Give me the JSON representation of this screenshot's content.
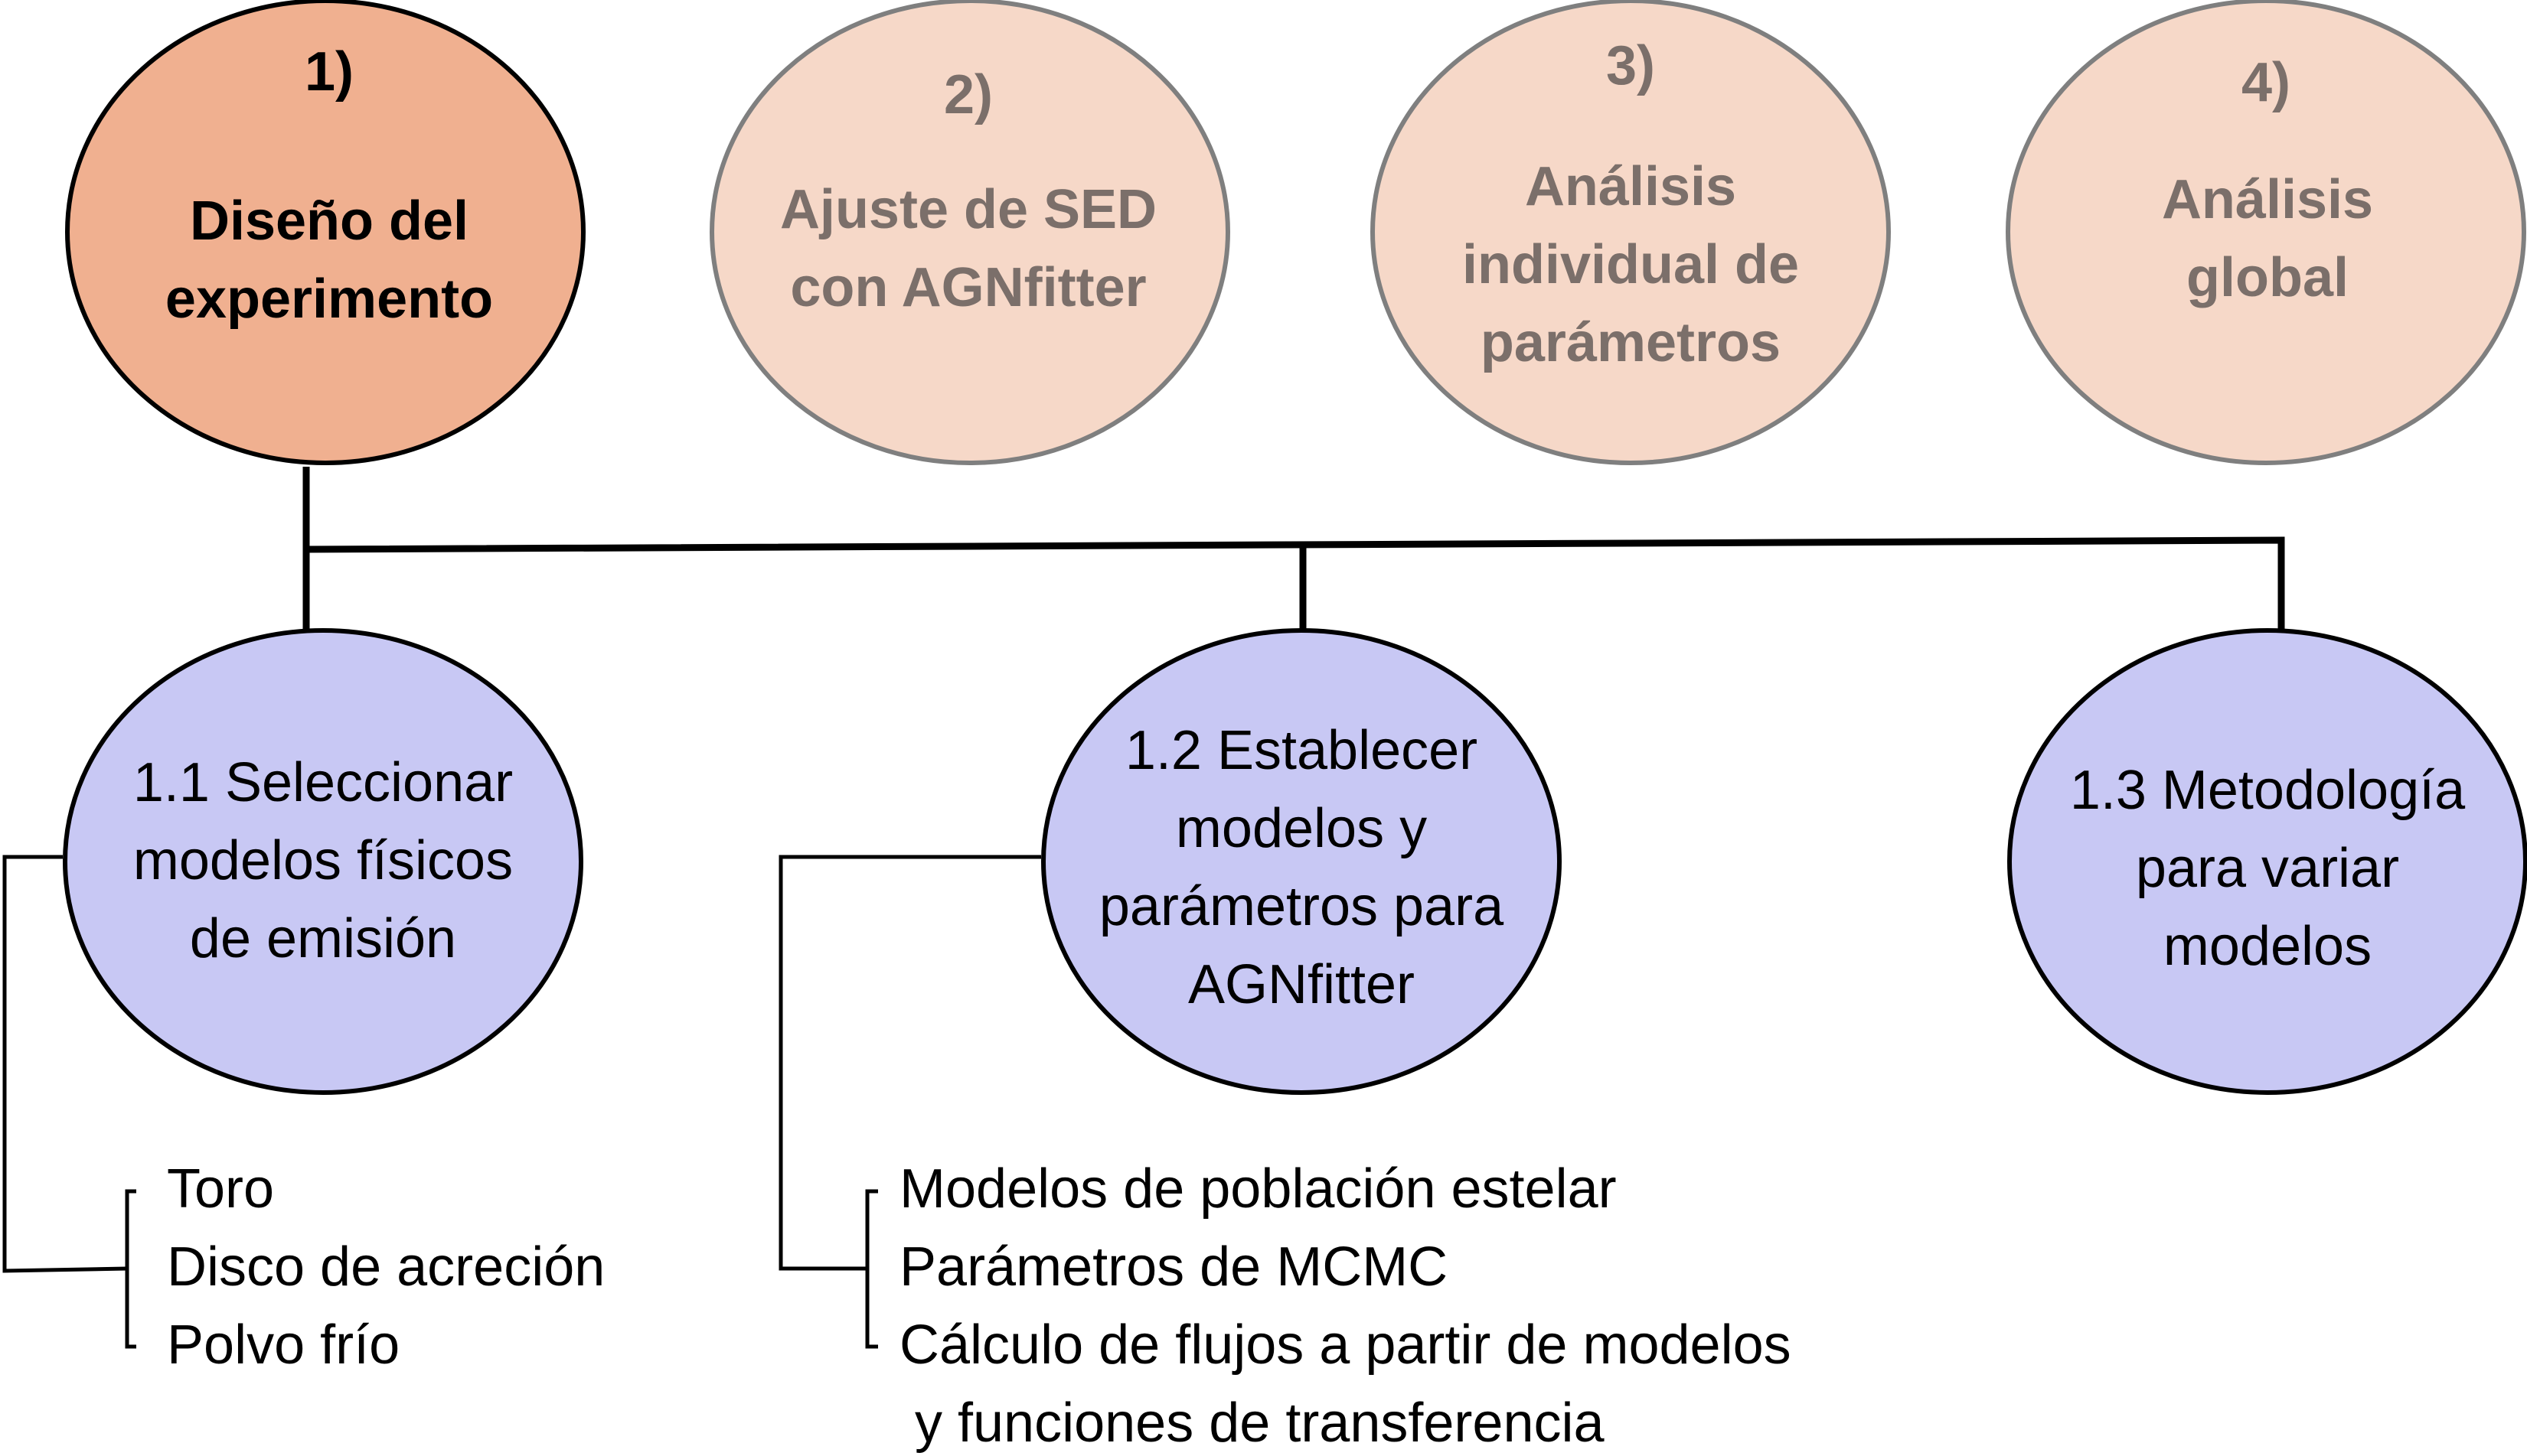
{
  "steps": [
    {
      "number": "1)",
      "lines": [
        "Diseño del",
        "experimento"
      ],
      "fill": "#f0b090",
      "text_color": "#000000"
    },
    {
      "number": "2)",
      "lines": [
        "Ajuste de SED",
        "con AGNfitter"
      ],
      "fill": "#f6d8c8",
      "text_color": "#7b6f6a"
    },
    {
      "number": "3)",
      "lines": [
        "Análisis",
        "individual de",
        "parámetros"
      ],
      "fill": "#f6d8c8",
      "text_color": "#7b6f6a"
    },
    {
      "number": "4)",
      "lines": [
        "Análisis",
        "global"
      ],
      "fill": "#f6d8c8",
      "text_color": "#7b6f6a"
    }
  ],
  "substeps": [
    {
      "lines": [
        "1.1 Seleccionar",
        "modelos físicos",
        "de emisión"
      ],
      "fill": "#c8c8f4"
    },
    {
      "lines": [
        "1.2 Establecer",
        "modelos y",
        "parámetros para",
        "AGNfitter"
      ],
      "fill": "#c8c8f4"
    },
    {
      "lines": [
        "1.3 Metodología",
        "para variar",
        "modelos"
      ],
      "fill": "#c8c8f4"
    }
  ],
  "lists": [
    {
      "items": [
        "Toro",
        "Disco de acreción",
        "Polvo frío"
      ]
    },
    {
      "items": [
        "Modelos de población estelar",
        "Parámetros de MCMC",
        "Cálculo de flujos a partir de modelos",
        " y funciones de transferencia"
      ]
    }
  ],
  "colors": {
    "stroke_main": "#000000",
    "stroke_faded": "#7f7f7f"
  }
}
